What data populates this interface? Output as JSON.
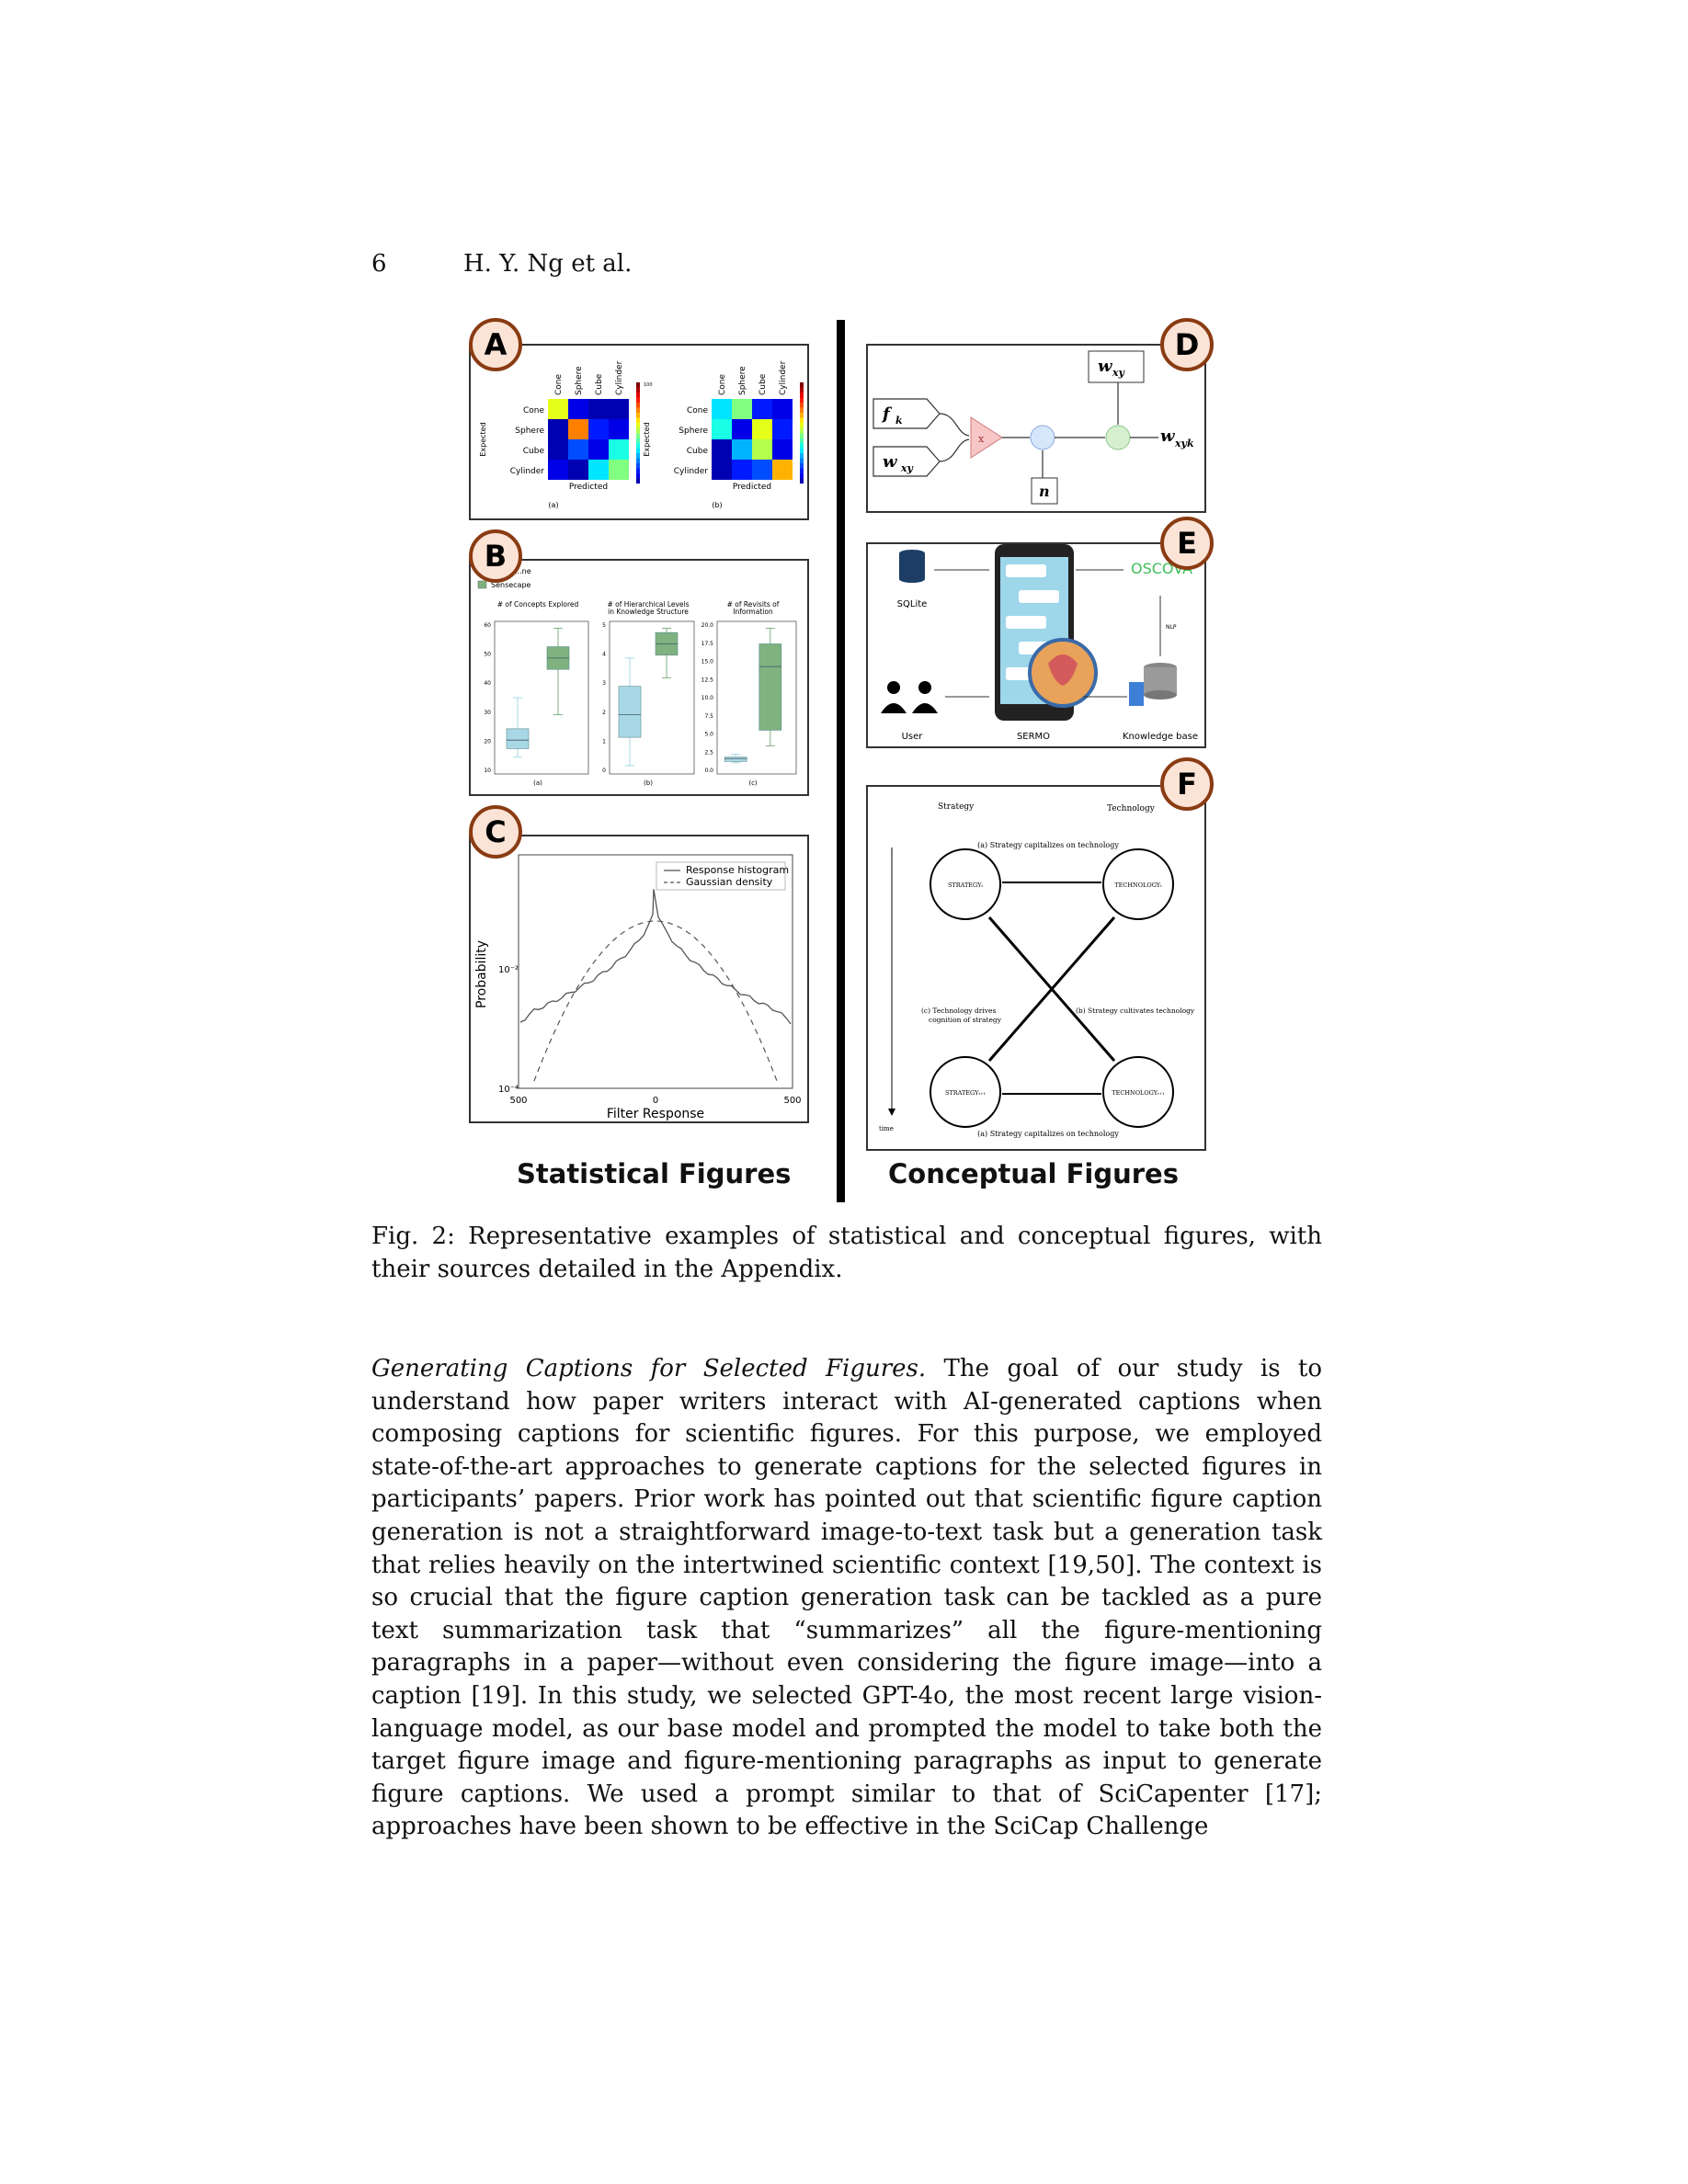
{
  "header": {
    "page_number": "6",
    "authors": "H. Y. Ng et al."
  },
  "figure": {
    "left_title": "Statistical Figures",
    "right_title": "Conceptual Figures",
    "badges": [
      "A",
      "B",
      "C",
      "D",
      "E",
      "F"
    ],
    "panel_a": {
      "classes": [
        "Cone",
        "Sphere",
        "Cube",
        "Cylinder"
      ],
      "y_label": "Expected",
      "x_label": "Predicted",
      "sub_a": "(a)",
      "sub_b": "(b)",
      "colorbar_max": "100",
      "matrix_a": [
        [
          60,
          10,
          5,
          5
        ],
        [
          5,
          75,
          15,
          10
        ],
        [
          5,
          20,
          10,
          40
        ],
        [
          10,
          5,
          35,
          50
        ]
      ],
      "matrix_b": [
        [
          35,
          50,
          15,
          10
        ],
        [
          40,
          10,
          60,
          15
        ],
        [
          5,
          30,
          55,
          10
        ],
        [
          5,
          15,
          20,
          70
        ]
      ]
    },
    "panel_b": {
      "legend": [
        "...ne",
        "Sensecape"
      ],
      "subplots": [
        {
          "title": "# of Concepts Explored",
          "sub": "(a)",
          "ticks": [
            "60",
            "50",
            "40",
            "30",
            "20",
            "10"
          ]
        },
        {
          "title": "# of Hierarchical Levels in Knowledge Structure",
          "sub": "(b)",
          "ticks": [
            "5",
            "4",
            "3",
            "2",
            "1",
            "0"
          ]
        },
        {
          "title": "# of Revisits of Information",
          "sub": "(c)",
          "ticks": [
            "20.0",
            "17.5",
            "15.0",
            "12.5",
            "10.0",
            "7.5",
            "5.0",
            "2.5",
            "0.0"
          ]
        }
      ],
      "colors": {
        "baseline": "#a8d8e6",
        "sensecape": "#7fb27f"
      }
    },
    "panel_c": {
      "chart_data": {
        "type": "line",
        "xlabel": "Filter Response",
        "ylabel": "Probability",
        "x_ticks": [
          "500",
          "0",
          "500"
        ],
        "y_ticks": [
          "10⁻²",
          "10⁻⁴"
        ],
        "series": [
          {
            "name": "Response histogram",
            "style": "solid"
          },
          {
            "name": "Gaussian density",
            "style": "dashed"
          }
        ]
      }
    },
    "panel_d": {
      "fk": "f",
      "fk_sub": "k",
      "wxy": "w",
      "wxy_sub": "xy",
      "n": "n",
      "mult": "x",
      "out": "w",
      "out_sub": "xyk"
    },
    "panel_e": {
      "db": "SQLite",
      "oscova": "OSCOVA",
      "nlp": "NLP",
      "user": "User",
      "sermo": "SERMO",
      "kb": "Knowledge base"
    },
    "panel_f": {
      "strategy": "Strategy",
      "technology": "Technology",
      "a_top": "(a) Strategy capitalizes on technology",
      "a_bottom": "(a) Strategy capitalizes on technology",
      "c_label_1": "(c) Technology drives",
      "c_label_2": "cognition of strategy",
      "b_label": "(b) Strategy cultivates technology",
      "strat_t": "STRATEGYₜ",
      "tech_t": "TECHNOLOGYₜ",
      "strat_t1": "STRATEGYₜ₊₁",
      "tech_t1": "TECHNOLOGYₜ₊₁",
      "time": "time"
    }
  },
  "caption": "Fig. 2: Representative examples of statistical and conceptual figures, with their sources detailed in the Appendix.",
  "body": {
    "heading": "Generating Captions for Selected Figures.",
    "text": "The goal of our study is to understand how paper writers interact with AI-generated captions when composing captions for scientific figures. For this purpose, we employed state-of-the-art approaches to generate captions for the selected figures in participants’ papers. Prior work has pointed out that scientific figure caption generation is not a straightforward image-to-text task but a generation task that relies heavily on the intertwined scientific context [19,50]. The context is so crucial that the figure caption generation task can be tackled as a pure text summarization task that “summarizes” all the figure-mentioning paragraphs in a paper—without even considering the figure image—into a caption [19]. In this study, we selected GPT-4o, the most recent large vision-language model, as our base model and prompted the model to take both the target figure image and figure-mentioning paragraphs as input to generate figure captions. We used a prompt similar to that of SciCapenter [17]; approaches have been shown to be effective in the SciCap Challenge"
  }
}
